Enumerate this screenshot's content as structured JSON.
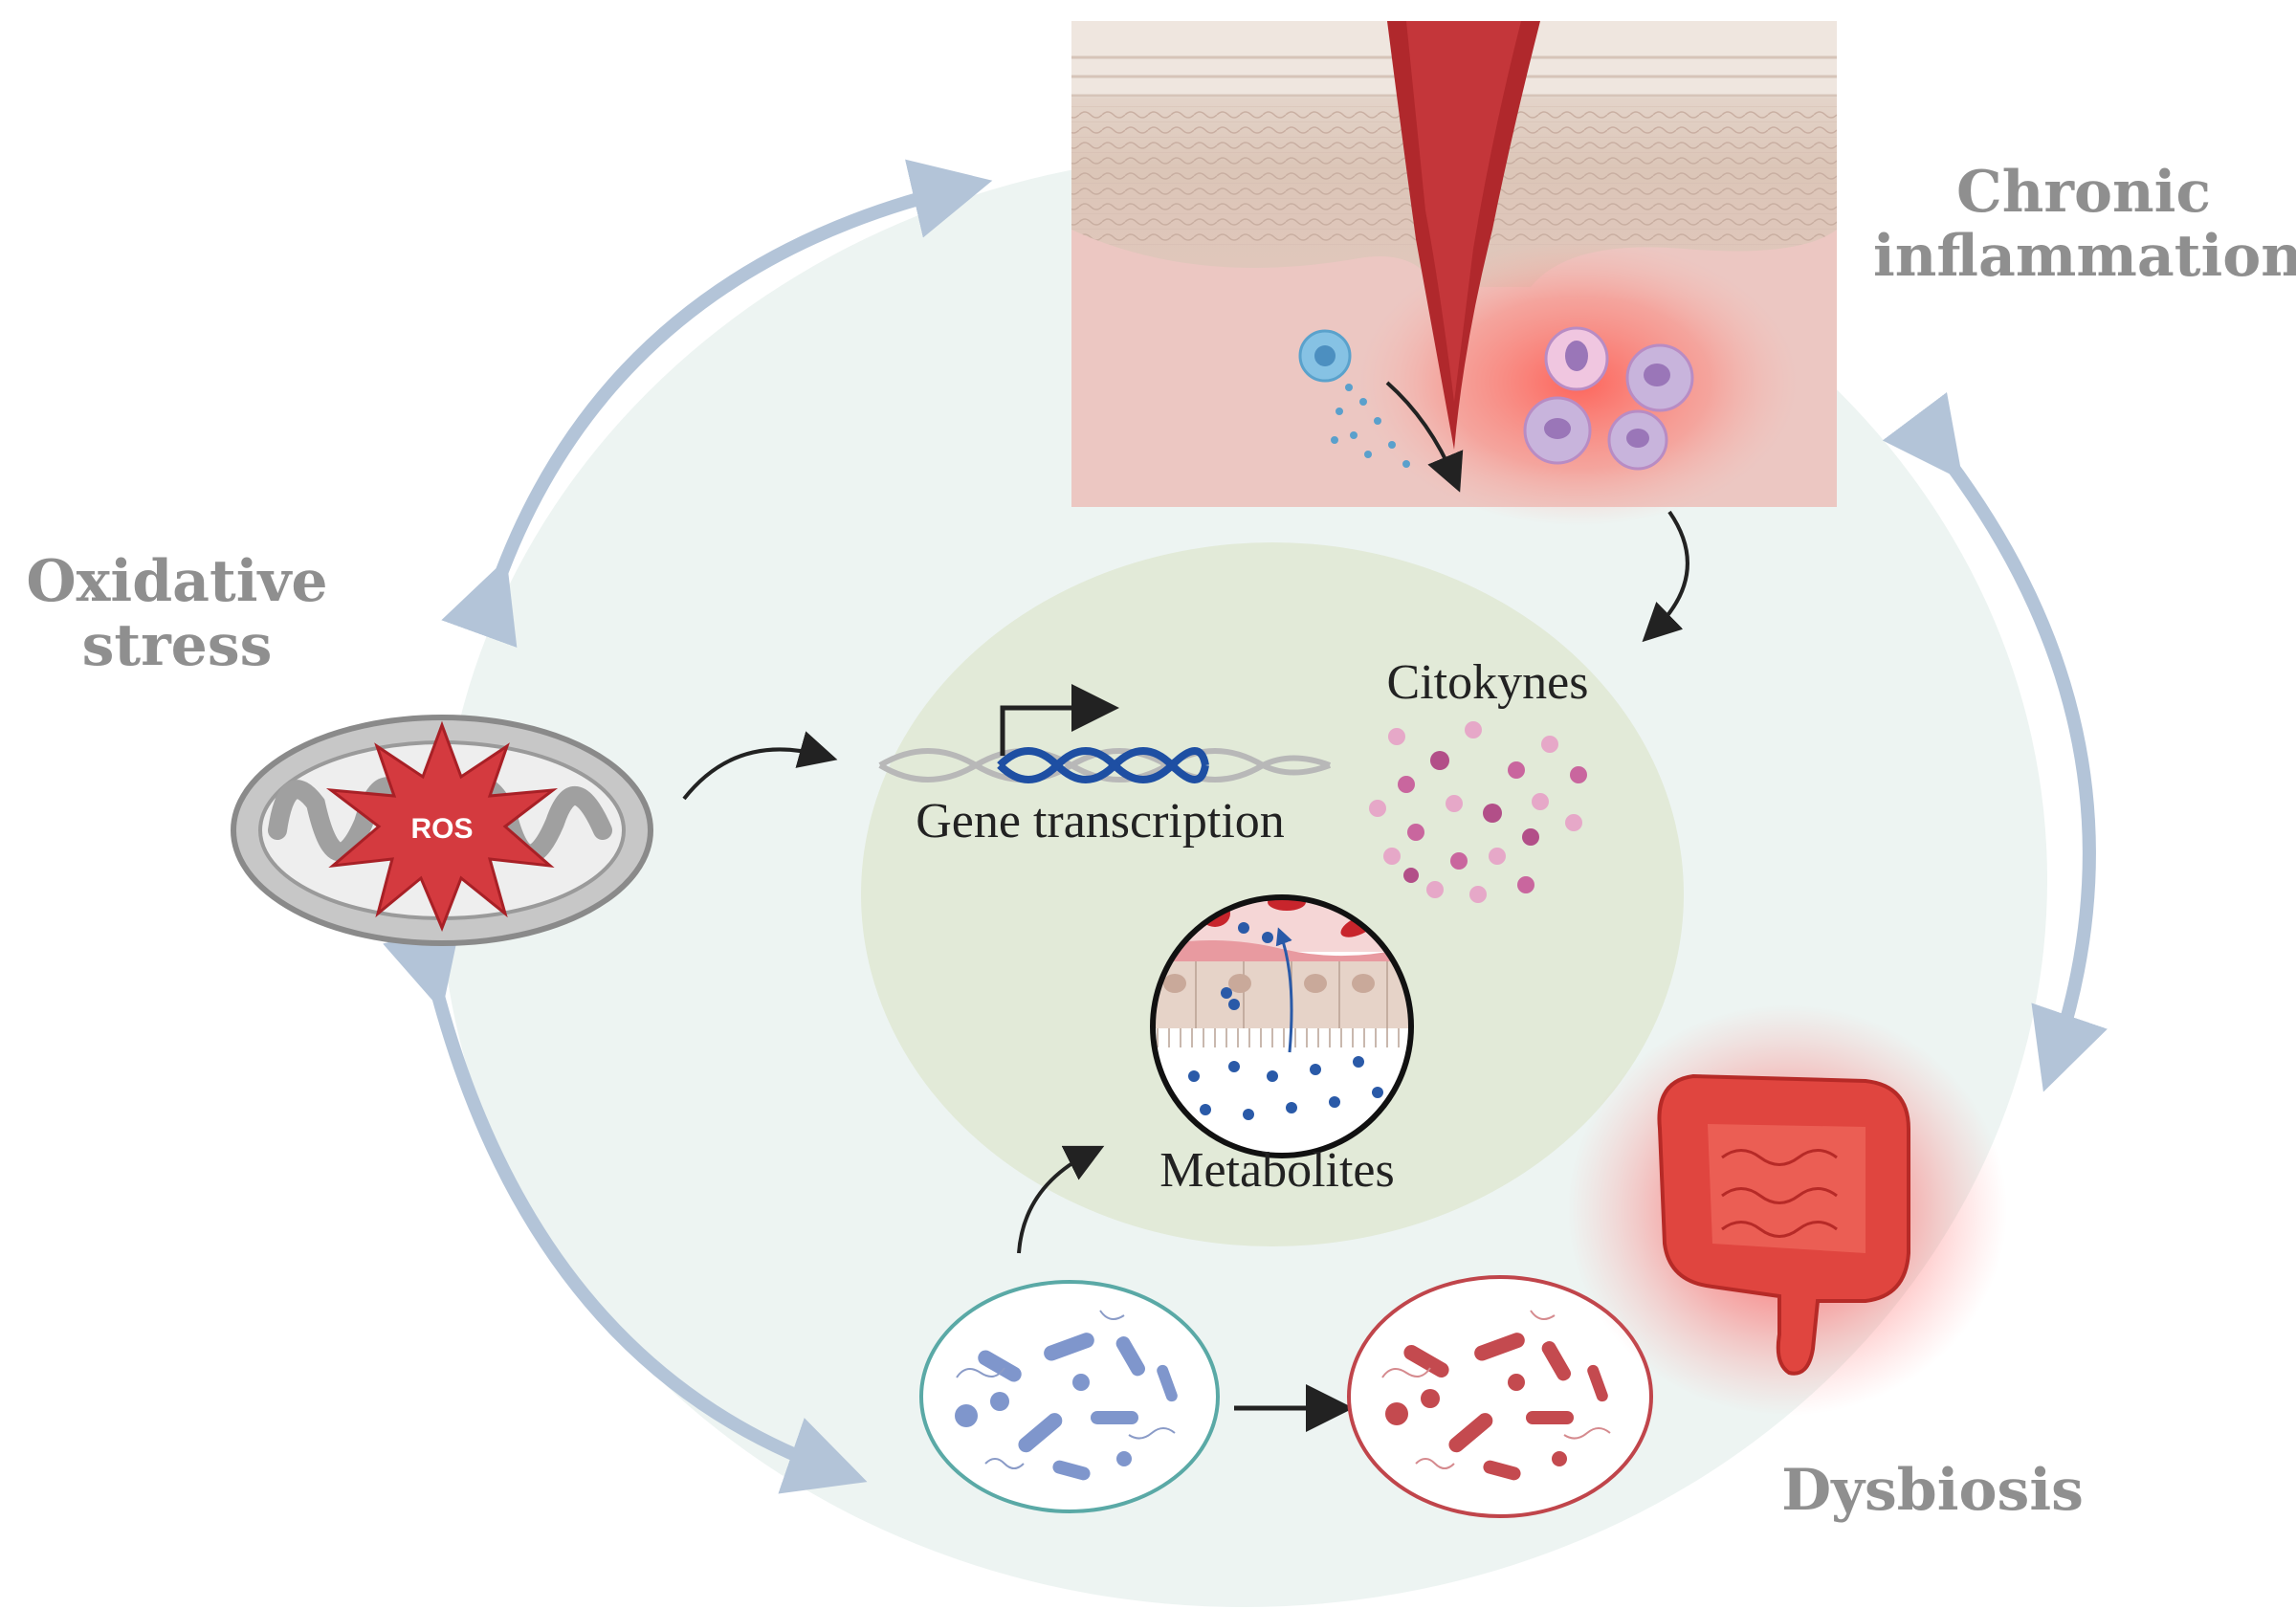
{
  "labels": {
    "chronic_inflammation": "Chronic\ninflammation",
    "oxidative_stress": "Oxidative\nstress",
    "dysbiosis": "Dysbiosis",
    "citokynes": "Citokynes",
    "gene_transcription": "Gene transcription",
    "metabolites": "Metabolites",
    "ros": "ROS"
  },
  "colors": {
    "outer_circle": "#edf4f2",
    "inner_circle": "#e2ead8",
    "cycle_arrow": "#b3c4d8",
    "corner_label": "#8f8f8f",
    "wound_blood": "#b0282c",
    "skin": "#dcc0b4",
    "ros_star": "#d43a3f",
    "dna_active": "#1e4fa3",
    "cytokine_dots": "#b24f88",
    "healthy_microbiome_border": "#5aa9a6",
    "dysbiotic_microbiome_border": "#c0454b",
    "colon": "#e0453f"
  },
  "icons": [
    "wound-skin-icon",
    "mitochondrion-icon",
    "dna-helix-icon",
    "cytokines-icon",
    "gut-barrier-icon",
    "microbiome-icon",
    "colon-icon",
    "cell-icon"
  ]
}
